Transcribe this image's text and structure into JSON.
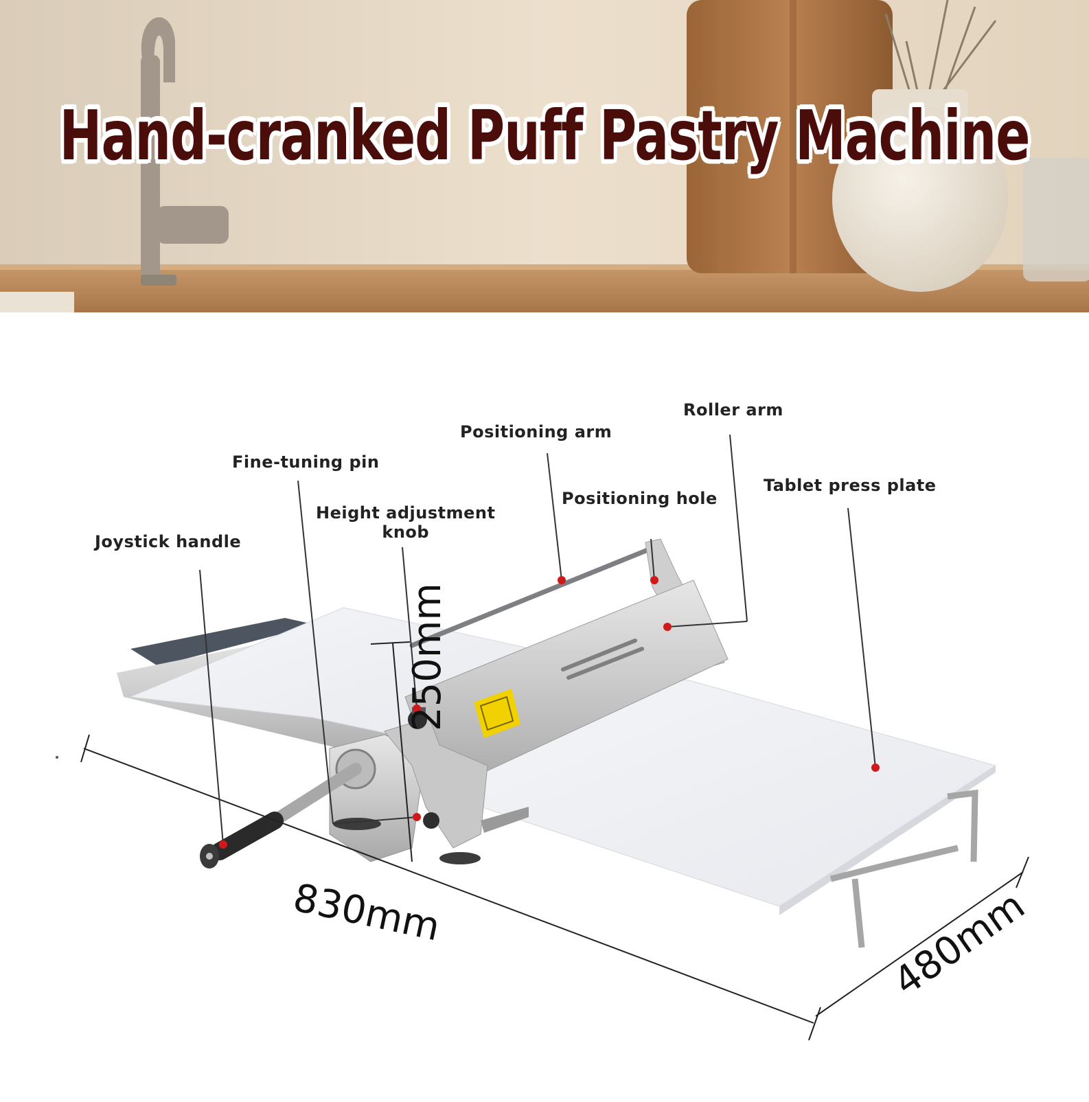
{
  "banner": {
    "title": "Hand-cranked Puff Pastry Machine"
  },
  "callouts": {
    "roller_arm": "Roller arm",
    "positioning_arm": "Positioning arm",
    "fine_tuning_pin": "Fine-tuning pin",
    "tablet_press_plate": "Tablet press plate",
    "positioning_hole": "Positioning hole",
    "height_adjustment_knob_line1": "Height adjustment",
    "height_adjustment_knob_line2": "knob",
    "joystick_handle": "Joystick handle"
  },
  "dimensions": {
    "height": "250mm",
    "length": "830mm",
    "width": "480mm"
  },
  "colors": {
    "title": "#4a0d0a",
    "callout_dot": "#d0191b",
    "wall": "#e8dccb",
    "counter": "#b8875c"
  }
}
